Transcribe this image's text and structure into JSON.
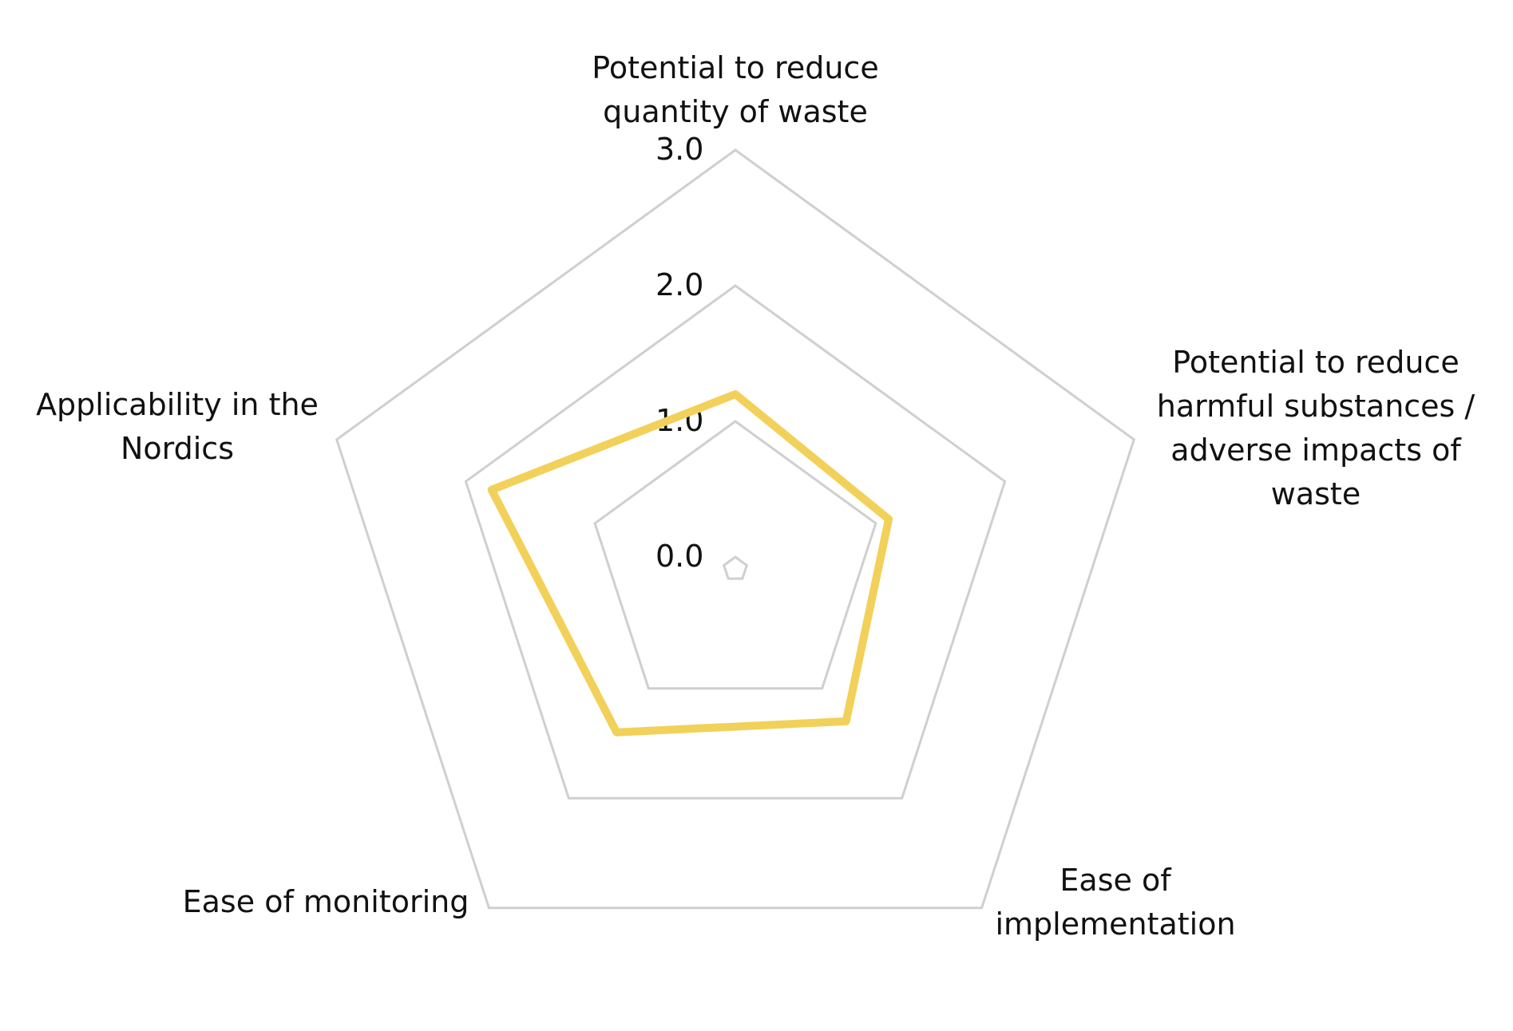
{
  "chart_data": {
    "type": "radar",
    "axes": [
      [
        "Potential to reduce",
        "quantity of waste"
      ],
      [
        "Potential to reduce",
        "harmful substances /",
        "adverse impacts of",
        "waste"
      ],
      [
        "Ease of",
        "implementation"
      ],
      [
        "Ease of monitoring"
      ],
      [
        "Applicability in the",
        "Nordics"
      ]
    ],
    "tick_labels": [
      "0.0",
      "1.0",
      "2.0",
      "3.0"
    ],
    "rlim": [
      0,
      3
    ],
    "grid": true,
    "series": [
      {
        "values": [
          1.2,
          1.1,
          1.3,
          1.4,
          1.8
        ],
        "color": "#F2D15A"
      }
    ],
    "colors": {
      "grid": "#CFCFCF",
      "text": "#111111"
    }
  }
}
